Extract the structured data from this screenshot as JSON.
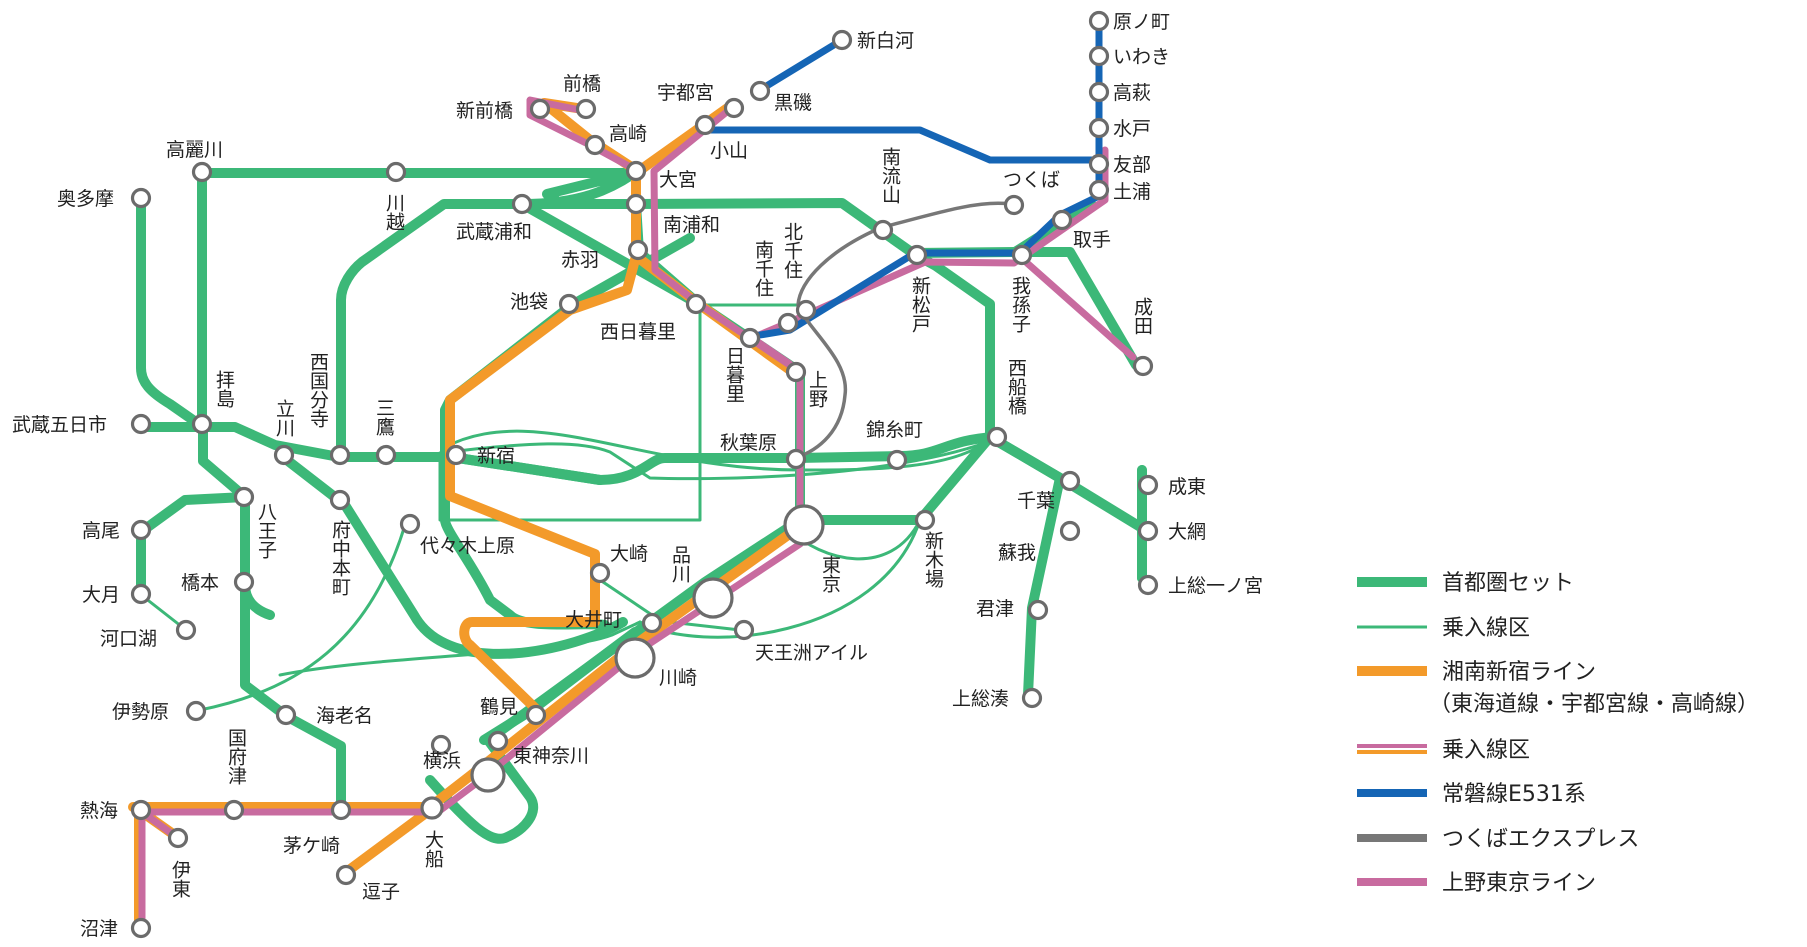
{
  "colors": {
    "shuto": "#3cb878",
    "orange": "#f39a2a",
    "pink": "#c86b9f",
    "blue": "#1565b5",
    "gray": "#777777",
    "station_stroke": "#6b6b6b"
  },
  "stations": {
    "haranomachi": "原ノ町",
    "iwaki": "いわき",
    "takahagi": "高萩",
    "mito": "水戸",
    "tomobe": "友部",
    "tsuchiura": "土浦",
    "toride": "取手",
    "shinshirakawa": "新白河",
    "kuroiso": "黒磯",
    "utsunomiya": "宇都宮",
    "oyama": "小山",
    "maebashi": "前橋",
    "shinmaebashi": "新前橋",
    "takasaki": "高崎",
    "omiya": "大宮",
    "minamiurawa": "南浦和",
    "musashiurawa": "武蔵浦和",
    "akabane": "赤羽",
    "ikebukuro": "池袋",
    "nishinippori": "西日暮里",
    "komagawa": "高麗川",
    "kawagoe": "川越",
    "okutama": "奥多摩",
    "haijima": "拝島",
    "musashiitsukaichi": "武蔵五日市",
    "tachikawa": "立川",
    "nishikokubunji": "西国分寺",
    "mitaka": "三鷹",
    "shinjuku": "新宿",
    "hachioji": "八王子",
    "takao": "高尾",
    "otsuki": "大月",
    "kawaguchiko": "河口湖",
    "hashimoto": "橋本",
    "fuchuhommachi": "府中本町",
    "yoyogiuehara": "代々木上原",
    "osaki": "大崎",
    "shinagawa": "品川",
    "oimachi": "大井町",
    "tennozuisle": "天王洲アイル",
    "kawasaki": "川崎",
    "tsurumi": "鶴見",
    "higashikanagawa": "東神奈川",
    "yokohama": "横浜",
    "isehara": "伊勢原",
    "ebina": "海老名",
    "atami": "熱海",
    "ito": "伊東",
    "numazu": "沼津",
    "kozu": "国府津",
    "chigasaki": "茅ケ崎",
    "ofuna": "大船",
    "zushi": "逗子",
    "tokyo": "東京",
    "akihabara": "秋葉原",
    "ueno": "上野",
    "nippori": "日暮里",
    "minamisenju": "南千住",
    "kitasenju": "北千住",
    "minaminagareyama": "南流山",
    "tsukuba": "つくば",
    "shinmatsudo": "新松戸",
    "abiko": "我孫子",
    "narita": "成田",
    "nishifunabashi": "西船橋",
    "kinshicho": "錦糸町",
    "shinkiba": "新木場",
    "chiba": "千葉",
    "soga": "蘇我",
    "kisarazu": "君津",
    "kazusaminato": "上総湊",
    "naruto": "成東",
    "oami": "大網",
    "kazusaichinomiya": "上総一ノ宮"
  },
  "legend": [
    {
      "label": "首都圏セット",
      "color": "#3cb878",
      "style": "thick"
    },
    {
      "label": "乗入線区",
      "color": "#3cb878",
      "style": "thin"
    },
    {
      "label": "湘南新宿ライン",
      "sub": "（東海道線・宇都宮線・高崎線）",
      "color": "#f39a2a",
      "style": "thick"
    },
    {
      "label": "乗入線区",
      "color": "#c86b9f",
      "color2": "#f39a2a",
      "style": "double"
    },
    {
      "label": "常磐線E531系",
      "color": "#1565b5",
      "style": "thick"
    },
    {
      "label": "つくばエクスプレス",
      "color": "#777777",
      "style": "thick"
    },
    {
      "label": "上野東京ライン",
      "color": "#c86b9f",
      "style": "thick"
    }
  ]
}
